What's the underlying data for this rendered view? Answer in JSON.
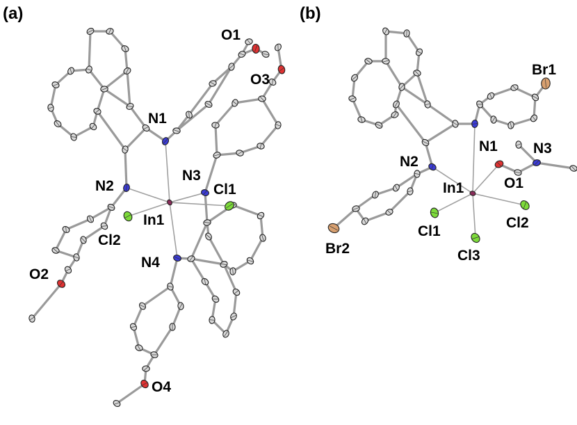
{
  "panels": [
    {
      "id": "a",
      "label": "(a)"
    },
    {
      "id": "b",
      "label": "(b)"
    }
  ],
  "atom_labels_a": [
    "O1",
    "O3",
    "N1",
    "N2",
    "N3",
    "Cl1",
    "In1",
    "Cl2",
    "N4",
    "O2",
    "O4"
  ],
  "atom_labels_b": [
    "Br1",
    "N1",
    "N3",
    "N2",
    "O1",
    "In1",
    "Cl1",
    "Cl2",
    "Cl3",
    "Br2"
  ],
  "colors": {
    "carbon": "#d8d8d8",
    "nitrogen": "#3b3bd6",
    "oxygen": "#e03232",
    "chlorine": "#7ddb3a",
    "bromine": "#d8a070",
    "indium": "#8a2c5a",
    "bond": "#9a9a9a"
  }
}
